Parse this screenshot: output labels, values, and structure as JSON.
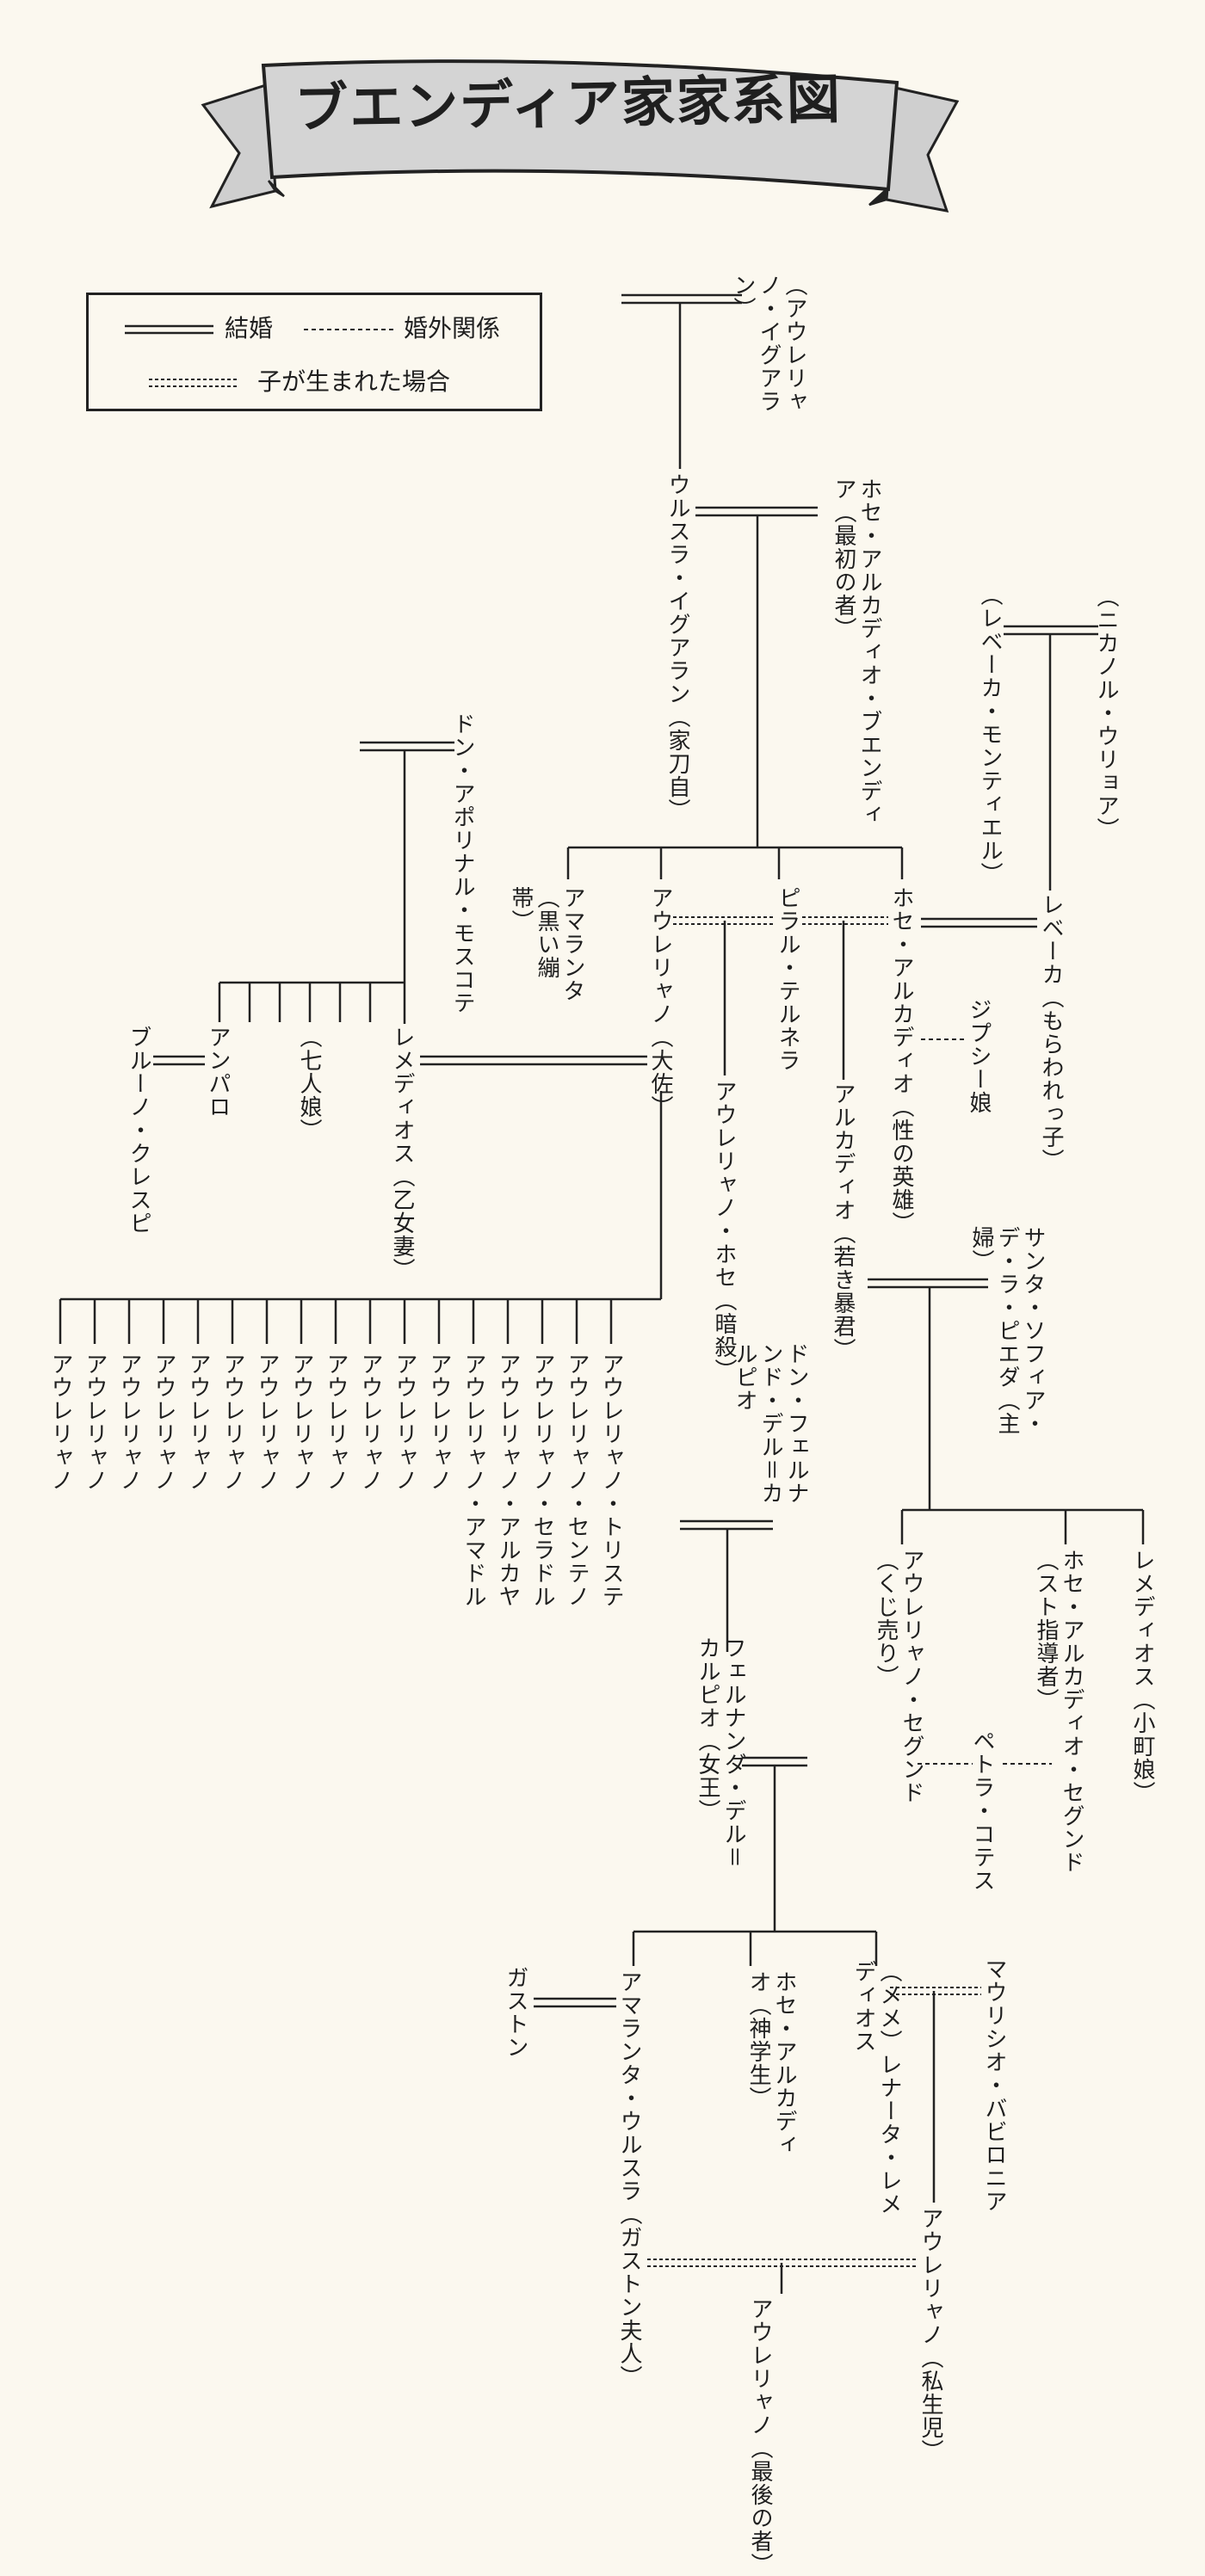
{
  "title": "ブエンディア家家系図",
  "legend": {
    "marriage": "結婚",
    "affair": "婚外関係",
    "child_born": "子が生まれた場合"
  },
  "people": {
    "aureliano_iguaran": "（アウレリャノ・イグアラン）",
    "ursula": "ウルスラ・イグアラン（家刀自）",
    "jose_arcadio_founder": "ホセ・アルカディオ・ブエンディア（最初の者）",
    "nicanor": "（ニカノル・ウリョア）",
    "rebeca_montiel": "（レベーカ・モンティエル）",
    "rebeca": "レベーカ（もらわれっ子）",
    "don_apolinar": "ドン・アポリナル・モスコテ",
    "amparo": "アンパロ",
    "bruno": "ブルーノ・クレスピ",
    "seven_daughters": "（七人娘）",
    "remedios_moscote": "レメディオス（乙女妻）",
    "amaranta": "アマランタ（黒い繃帯）",
    "aureliano_colonel": "アウレリャノ（大佐）",
    "pilar": "ピラル・テルネラ",
    "jose_arcadio_hero": "ホセ・アルカディオ（性の英雄）",
    "gypsy": "ジプシー娘",
    "aureliano_jose": "アウレリャノ・ホセ（暗殺）",
    "arcadio": "アルカディオ（若き暴君）",
    "santa_sofia": "サンタ・ソフィア・デ・ラ・ピエダ（主婦）",
    "aurelianos_17": [
      "アウレリャノ・トリステ",
      "アウレリャノ・センテノ",
      "アウレリャノ・セラドル",
      "アウレリャノ・アルカヤ",
      "アウレリャノ・アマドル",
      "アウレリャノ",
      "アウレリャノ",
      "アウレリャノ",
      "アウレリャノ",
      "アウレリャノ",
      "アウレリャノ",
      "アウレリャノ",
      "アウレリャノ",
      "アウレリャノ",
      "アウレリャノ",
      "アウレリャノ",
      "アウレリャノ"
    ],
    "don_fernando": "ドン・フェルナンド・デル＝カルピオ",
    "fernanda": "フェルナンダ・デル＝カルピオ（女王）",
    "aureliano_segundo": "アウレリャノ・セグンド（くじ売り）",
    "jose_arcadio_segundo": "ホセ・アルカディオ・セグンド（スト指導者）",
    "remedios_beauty": "レメディオス（小町娘）",
    "petra": "ペトラ・コテス",
    "gaston": "ガストン",
    "amaranta_ursula": "アマランタ・ウルスラ（ガストン夫人）",
    "jose_arcadio_seminarian": "ホセ・アルカディオ（神学生）",
    "meme": "（メメ）レナータ・レメディオス",
    "mauricio": "マウリシオ・バビロニア",
    "aureliano_babilonia": "アウレリャノ（私生児）",
    "aureliano_last": "アウレリャノ（最後の者）"
  }
}
